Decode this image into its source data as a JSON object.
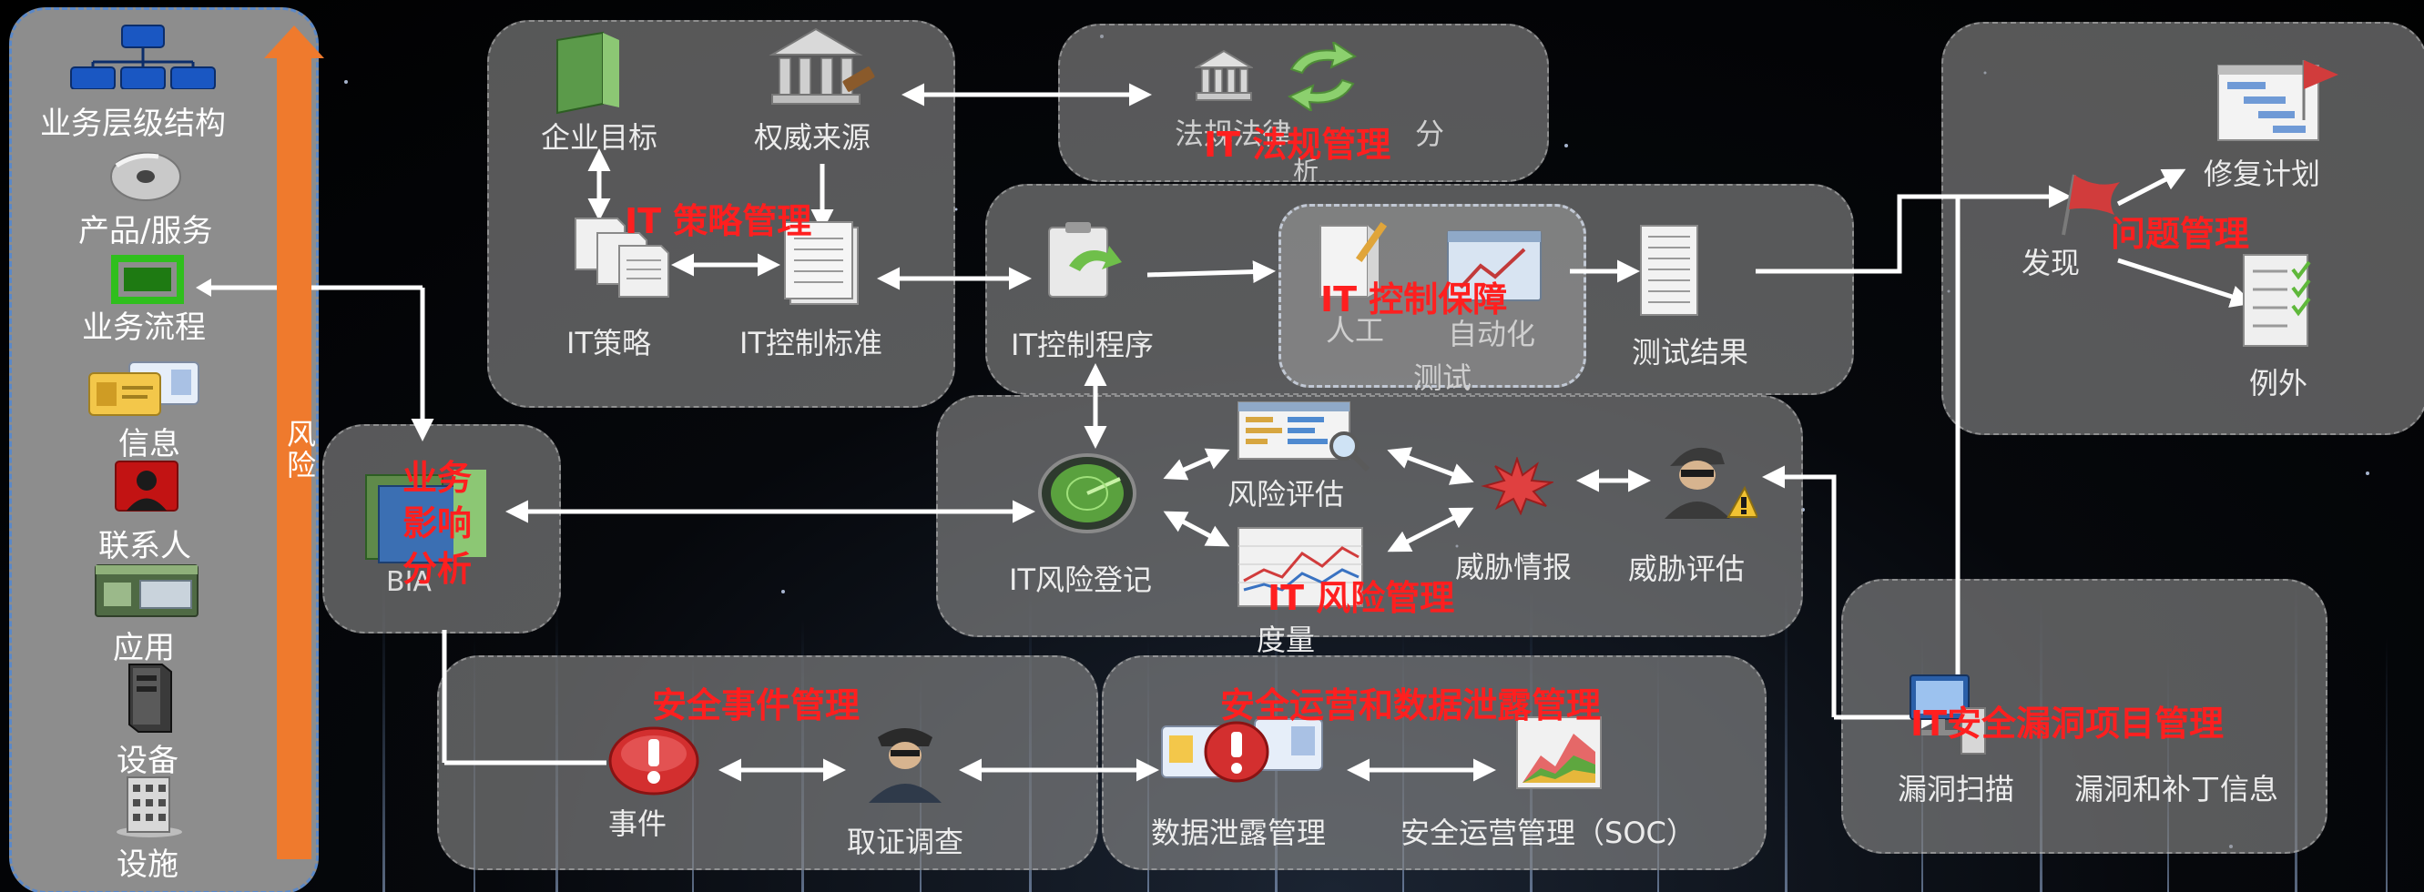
{
  "colors": {
    "heading_red": "#ff1f1f",
    "risk_arrow": "#ef7a2d",
    "sidebar_border": "#5a88c8"
  },
  "sidebar": {
    "items": [
      {
        "label": "业务层级结构",
        "icon": "org-chart-icon"
      },
      {
        "label": "产品/服务",
        "icon": "disc-icon"
      },
      {
        "label": "业务流程",
        "icon": "process-bracket-icon"
      },
      {
        "label": "信息",
        "icon": "id-cards-icon"
      },
      {
        "label": "联系人",
        "icon": "contact-person-icon"
      },
      {
        "label": "应用",
        "icon": "application-window-icon"
      },
      {
        "label": "设备",
        "icon": "server-tower-icon"
      },
      {
        "label": "设施",
        "icon": "building-icon"
      }
    ],
    "risk_label": "风险"
  },
  "strategy": {
    "title": "IT 策略管理",
    "nodes": [
      "企业目标",
      "权威来源",
      "IT策略",
      "IT控制标准"
    ]
  },
  "regulatory": {
    "title": "IT 法规管理",
    "node_line1": "法规法律",
    "node_line1_tail": "分",
    "node_line2": "析"
  },
  "control": {
    "title": "IT 控制保障",
    "nodes": [
      "IT控制程序",
      "人工",
      "自动化",
      "测试",
      "测试结果"
    ]
  },
  "issue": {
    "title": "问题管理",
    "nodes": [
      "发现",
      "修复计划",
      "例外"
    ]
  },
  "bia": {
    "title": "业务\n影响\n分析",
    "abbr": "BIA"
  },
  "risk": {
    "title": "IT 风险管理",
    "nodes": [
      "IT风险登记",
      "风险评估",
      "度量",
      "威胁情报",
      "威胁评估"
    ]
  },
  "incident": {
    "title": "安全事件管理",
    "nodes": [
      "事件",
      "取证调查"
    ]
  },
  "soc": {
    "title": "安全运营和数据泄露管理",
    "nodes": [
      "数据泄露管理",
      "安全运营管理（SOC）"
    ]
  },
  "vuln": {
    "title": "IT安全漏洞项目管理",
    "nodes": [
      "漏洞扫描",
      "漏洞和补丁信息"
    ]
  }
}
